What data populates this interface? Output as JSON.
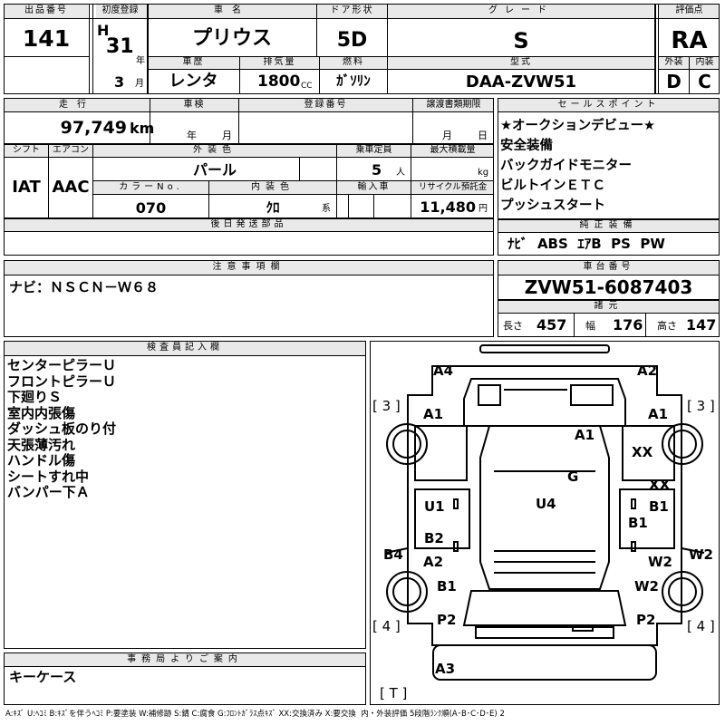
{
  "header": {
    "lot_label": "出品番号",
    "lot_value": "141",
    "first_reg_label": "初度登録",
    "era": "H",
    "year": "31",
    "year_unit": "年",
    "month": "3",
    "month_unit": "月",
    "name_label": "車名",
    "name_value": "プリウス",
    "door_label": "ドア形状",
    "door_value": "5D",
    "grade_label": "グレード",
    "grade_value": "S",
    "score_label": "評価点",
    "score_value": "RA",
    "history_label": "車歴",
    "history_value": "レンタ",
    "displacement_label": "排気量",
    "displacement_value": "1800",
    "displacement_unit": "CC",
    "fuel_label": "燃料",
    "fuel_value": "ｶﾞｿﾘﾝ",
    "model_label": "型式",
    "model_value": "DAA-ZVW51",
    "exterior_label": "外装",
    "exterior_value": "D",
    "interior_label": "内装",
    "interior_value": "C"
  },
  "row2": {
    "mileage_label": "走行",
    "mileage_value": "97,749",
    "mileage_unit": "km",
    "inspection_label": "車検",
    "inspection_year_unit": "年",
    "inspection_month_unit": "月",
    "reg_no_label": "登録番号",
    "transfer_label": "譲渡書類期限",
    "transfer_month_unit": "月",
    "transfer_day_unit": "日",
    "shift_label": "シフト",
    "shift_value": "IAT",
    "ac_label": "エアコン",
    "ac_value": "AAC",
    "color_label": "外装色",
    "color_value": "パール",
    "capacity_label": "乗車定員",
    "capacity_value": "5",
    "capacity_unit": "人",
    "load_label": "最大積載量",
    "load_unit": "kg",
    "color_no_label": "カラーNo.",
    "color_no_value": "070",
    "int_color_label": "内装色",
    "int_color_value": "ｸﾛ",
    "int_color_unit": "系",
    "import_label": "輸入車",
    "recycle_label": "リサイクル預託金",
    "recycle_value": "11,480",
    "recycle_unit": "円",
    "later_parts_label": "後日発送部品"
  },
  "sales_points": {
    "label": "セールスポイント",
    "items": [
      "★オークションデビュー★",
      "安全装備",
      "バックガイドモニター",
      "ビルトインＥＴＣ",
      "プッシュスタート"
    ]
  },
  "equipment": {
    "label": "純正装備",
    "value": "ﾅﾋﾞ  ABS  ｴｱB  PS  PW"
  },
  "cautions": {
    "label": "注意事項欄",
    "value": "ナビ：ＮＳＣＮ－Ｗ６８"
  },
  "chassis": {
    "label": "車台番号",
    "value": "ZVW51-6087403"
  },
  "dims": {
    "label": "諸元",
    "length_label": "長さ",
    "length_value": "457",
    "width_label": "幅",
    "width_value": "176",
    "height_label": "高さ",
    "height_value": "147"
  },
  "inspector": {
    "label": "検査員記入欄",
    "lines": [
      "センターピラーＵ",
      "フロントピラーＵ",
      "下廻りＳ",
      "室内内張傷",
      "ダッシュ板のり付",
      "天張薄汚れ",
      "ハンドル傷",
      "シートすれ中",
      "バンパー下Ａ"
    ]
  },
  "office": {
    "label": "事務局よりご案内",
    "value": "キーケース"
  },
  "diagram": {
    "codes": [
      "A4",
      "A2",
      "A1",
      "A1",
      "A1",
      "XX",
      "G",
      "XX",
      "U1",
      "U4",
      "B1",
      "B1",
      "B2",
      "B4",
      "A2",
      "W2",
      "W2",
      "B1",
      "W2",
      "P2",
      "P2",
      "A3"
    ],
    "brackets": [
      "[ 3 ]",
      "[ 3 ]",
      "[ 4 ]",
      "[ 4 ]",
      "[ T ]"
    ]
  },
  "legend": "A:ｷｽﾞ U:ﾍｺﾐ B:ｷｽﾞを伴うﾍｺﾐ P:要塗装 W:補修跡 S:錆 C:腐食 G:ﾌﾛﾝﾄｶﾞﾗｽ点ｷｽﾞ XX:交換済み X:要交換  内・外装評価 5段階ﾗﾝｸ順(A･B･C･D･E) 2"
}
